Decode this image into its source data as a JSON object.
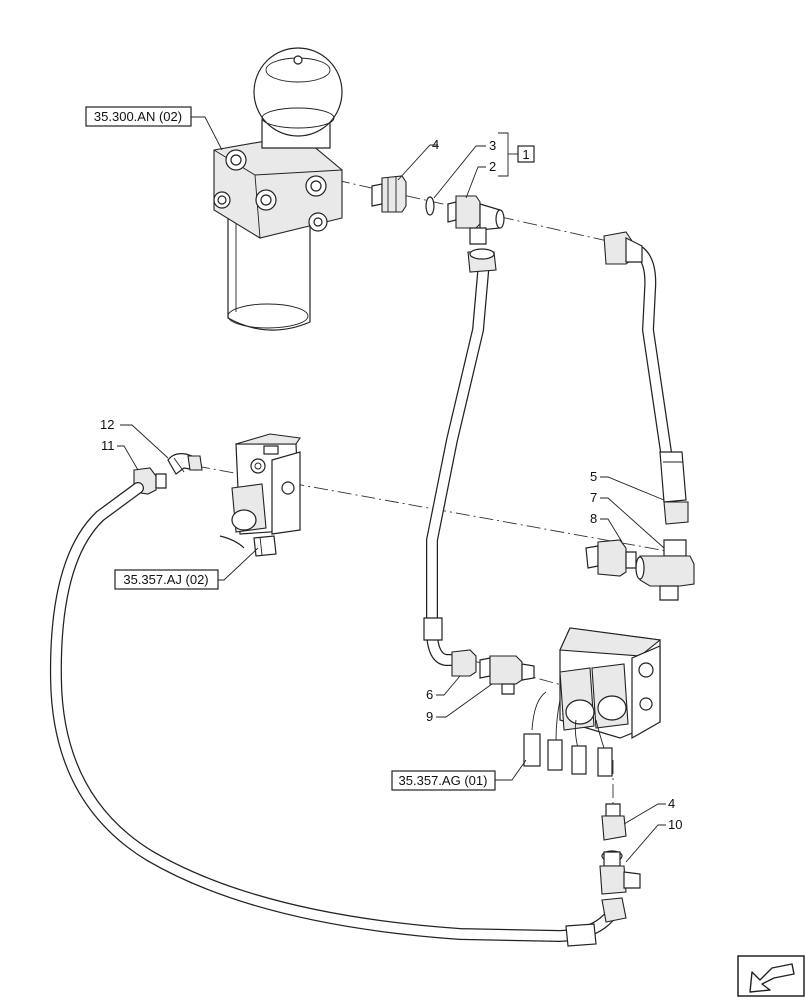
{
  "references": {
    "accumulator": "35.300.AN (02)",
    "valve_aj": "35.357.AJ (02)",
    "valve_ag": "35.357.AG (01)"
  },
  "group_box_label": "1",
  "callouts": {
    "c4_top": "4",
    "c3": "3",
    "c2": "2",
    "c12": "12",
    "c11": "11",
    "c5": "5",
    "c7": "7",
    "c8": "8",
    "c6": "6",
    "c9": "9",
    "c4_bottom": "4",
    "c10": "10"
  },
  "nav_icon": "arrow-left-icon"
}
